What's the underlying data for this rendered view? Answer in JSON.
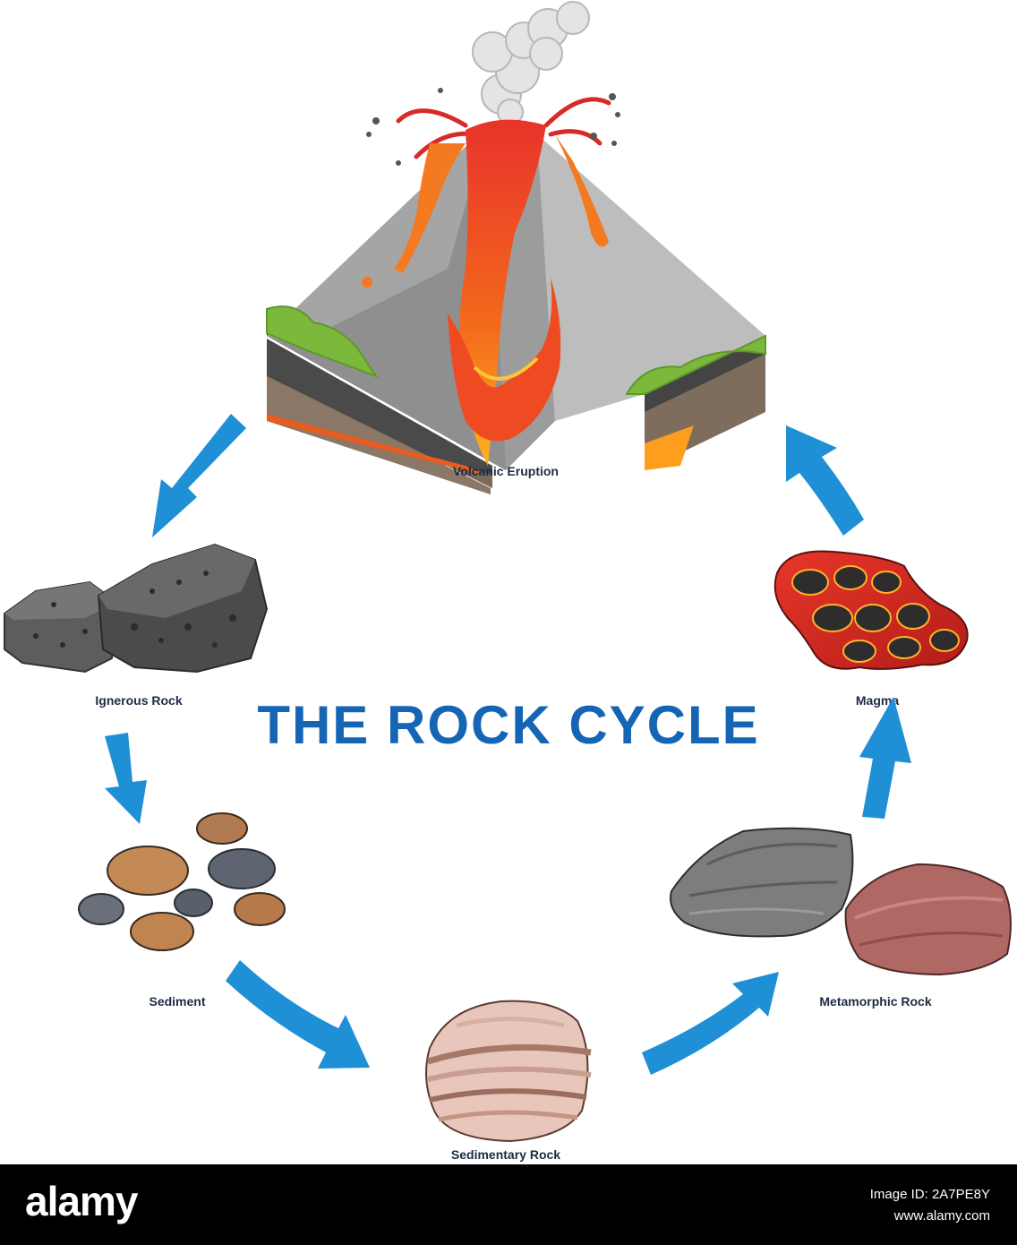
{
  "title": "THE ROCK CYCLE",
  "stages": {
    "volcanic_eruption": "Volcanic Eruption",
    "igneous_rock": "Ignerous Rock",
    "sediment": "Sediment",
    "sedimentary_rock": "Sedimentary Rock",
    "metamorphic_rock": "Metamorphic Rock",
    "magma": "Magma"
  },
  "footer": {
    "brand": "alamy",
    "image_id": "Image ID: 2A7PE8Y",
    "site": "www.alamy.com"
  },
  "colors": {
    "title": "#1565b5",
    "arrow": "#1f8fd6",
    "label": "#1f2a44",
    "footer_bg": "#000000"
  }
}
